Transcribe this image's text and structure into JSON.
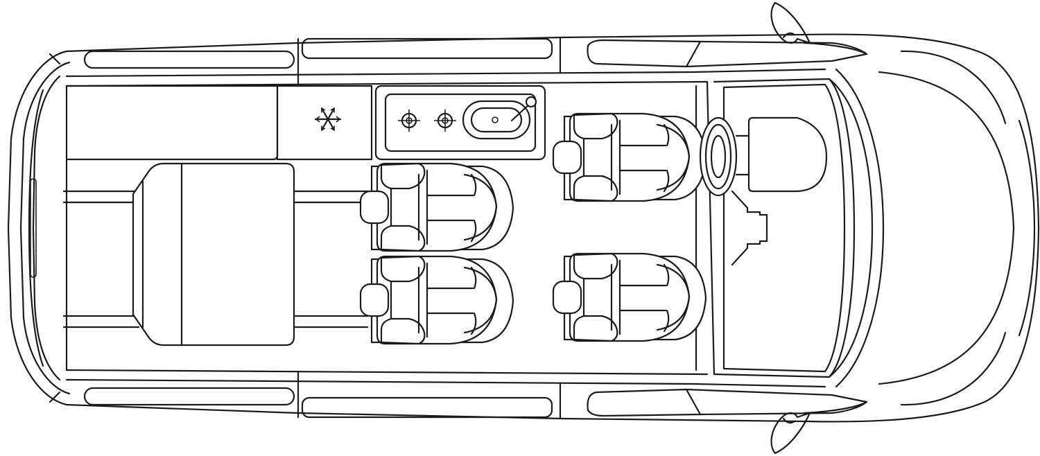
{
  "diagram": {
    "kind": "vehicle-floor-plan",
    "view": "top",
    "line_color": "#1a1a1a",
    "background": "#ffffff",
    "features": [
      "campervan-body",
      "side-mirror-top",
      "side-mirror-bottom",
      "rear-bed",
      "fridge-snowflake-icon",
      "kitchen-cooktop-with-sink",
      "second-row-seats",
      "front-seats",
      "steering-wheel",
      "dashboard"
    ],
    "seat_count": 4,
    "burner_count": 2
  }
}
